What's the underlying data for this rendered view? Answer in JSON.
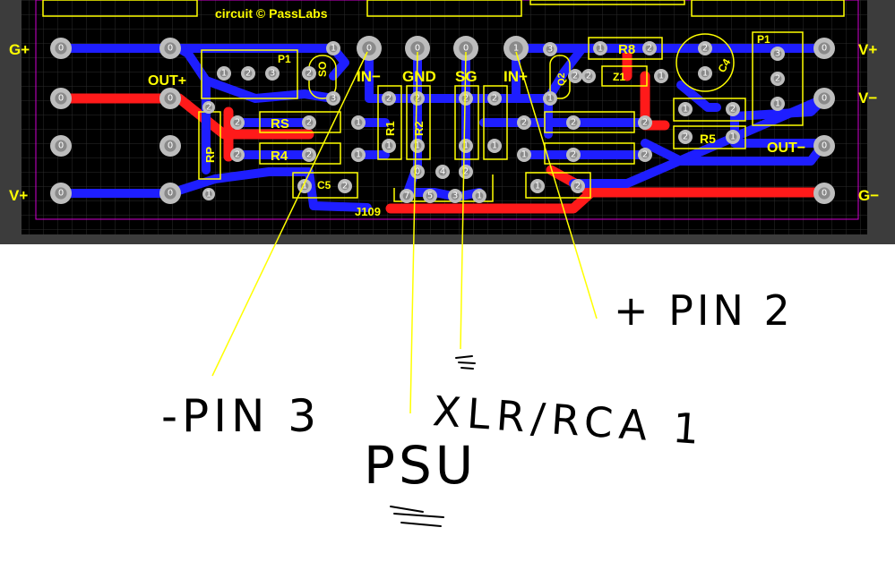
{
  "board": {
    "credit": "circuit © PassLabs",
    "edge_labels_left": [
      "G+",
      "OUT+",
      "V+"
    ],
    "edge_labels_right": [
      "V+",
      "V−",
      "OUT−",
      "G−"
    ],
    "header_labels": [
      "IN−",
      "GND",
      "SG",
      "IN+"
    ],
    "components": [
      "P1",
      "SO",
      "RS",
      "R4",
      "RP",
      "C5",
      "R1",
      "R2",
      "J109",
      "Q2",
      "R8",
      "Z1",
      "C4",
      "R5",
      "P1"
    ],
    "colors": {
      "background": "#000000",
      "frame": "#3c3c3c",
      "grid": "#2a2a2a",
      "top_trace": "#ff1a1a",
      "bottom_trace": "#1e1eff",
      "silkscreen": "#ffff00",
      "pad": "#c0c0c0",
      "outline": "#d000d0",
      "annotation_line": "#ffff00"
    }
  },
  "annotations": {
    "minus_pin": "-PIN 3",
    "plus_pin": "+ PIN 2",
    "psu": "PSU",
    "xlr": "XLR/RCA 1"
  }
}
